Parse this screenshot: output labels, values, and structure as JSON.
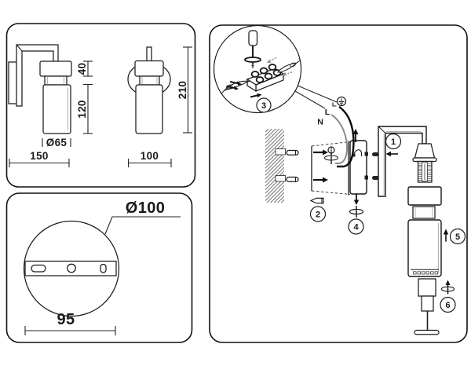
{
  "dim_panel": {
    "arm_length": "150",
    "head_height": "40",
    "shade_height": "120",
    "shade_diameter": "Ø65",
    "front_width": "100",
    "total_height": "210"
  },
  "plate_panel": {
    "plate_diameter": "Ø100",
    "hole_spacing": "95"
  },
  "install_panel": {
    "wire_live": "L",
    "wire_neutral": "N",
    "ground_symbol": "⏚",
    "steps": [
      "1",
      "2",
      "3",
      "4",
      "5",
      "6"
    ]
  }
}
